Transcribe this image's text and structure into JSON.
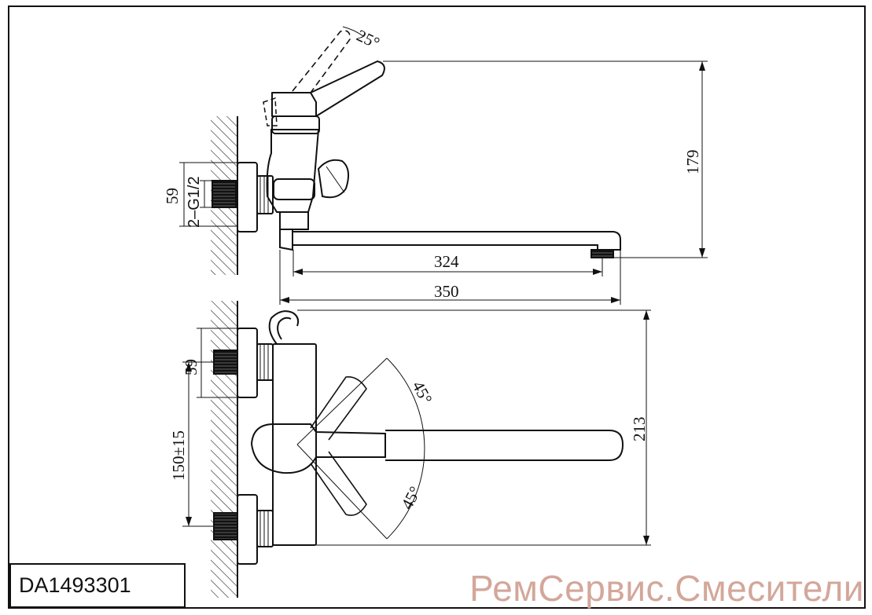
{
  "model_code": "DA1493301",
  "watermark": "РемСервис.Смесители",
  "side_view": {
    "lever_angle": "25°",
    "height": "179",
    "spout_reach_inner": "324",
    "spout_reach_total": "350",
    "connection_label": "2–G1/2",
    "connection_offset": "59"
  },
  "top_view": {
    "eccentric_offset": "59",
    "center_distance": "150±15",
    "depth": "213",
    "angle_upper": "45°",
    "angle_lower": "45°"
  }
}
